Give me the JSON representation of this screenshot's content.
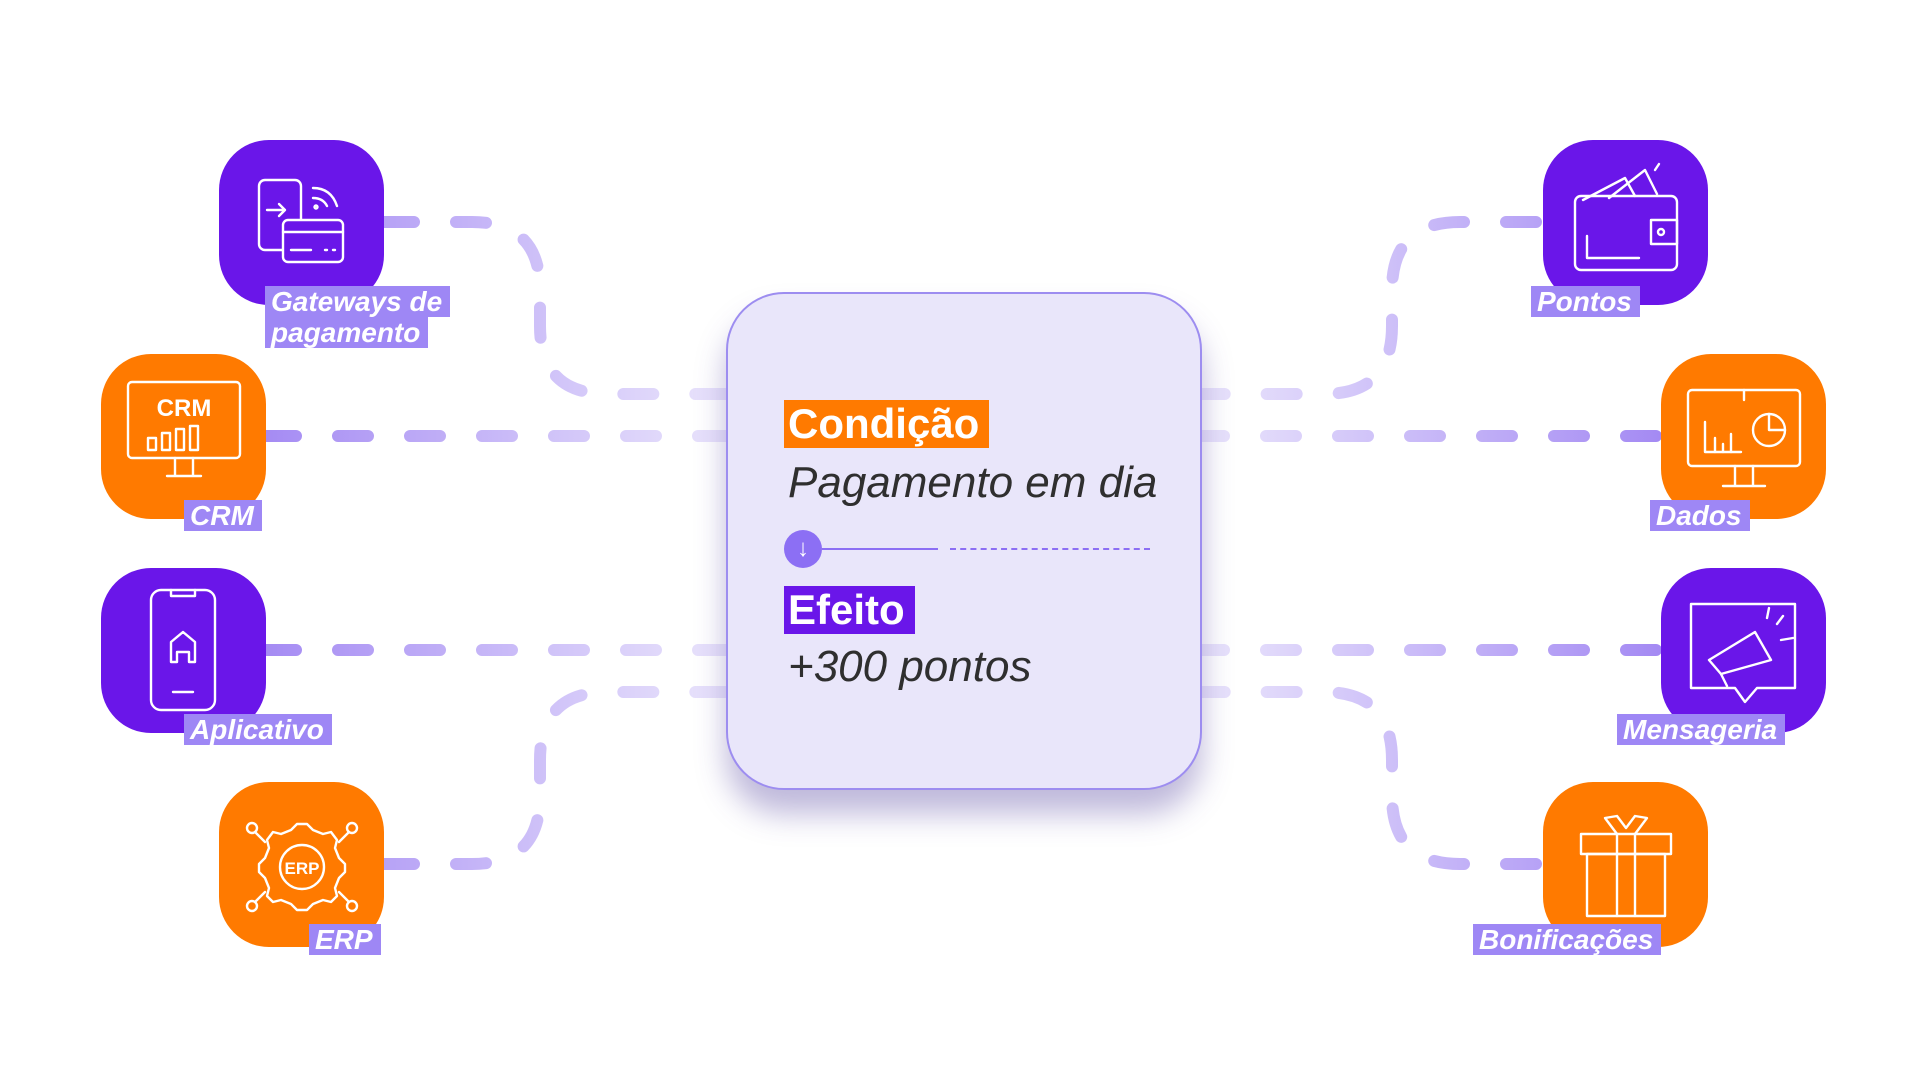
{
  "center_card": {
    "condition_label": "Condição",
    "condition_value": "Pagamento em dia",
    "effect_label": "Efeito",
    "effect_value": "+300 pontos"
  },
  "integrations_left": [
    {
      "name": "gateways",
      "label_line1": "Gateways de",
      "label_line2": "pagamento",
      "icon": "payment-gateway-icon",
      "color": "#6a16e9"
    },
    {
      "name": "crm",
      "label": "CRM",
      "icon": "crm-monitor-icon",
      "icon_text": "CRM",
      "color": "#ff7a00"
    },
    {
      "name": "app",
      "label": "Aplicativo",
      "icon": "smartphone-app-icon",
      "color": "#6a16e9"
    },
    {
      "name": "erp",
      "label": "ERP",
      "icon": "erp-gear-icon",
      "icon_text": "ERP",
      "color": "#ff7a00"
    }
  ],
  "integrations_right": [
    {
      "name": "points",
      "label": "Pontos",
      "icon": "wallet-icon",
      "color": "#6a16e9"
    },
    {
      "name": "data",
      "label": "Dados",
      "icon": "analytics-monitor-icon",
      "color": "#ff7a00"
    },
    {
      "name": "messaging",
      "label": "Mensageria",
      "icon": "megaphone-icon",
      "color": "#6a16e9"
    },
    {
      "name": "bonuses",
      "label": "Bonificações",
      "icon": "gift-icon",
      "color": "#ff7a00"
    }
  ],
  "colors": {
    "purple": "#6a16e9",
    "orange": "#ff7a00",
    "label_bg": "#9e87f5",
    "card_bg": "#e9e6fa",
    "connector": "#b9a5f5"
  }
}
